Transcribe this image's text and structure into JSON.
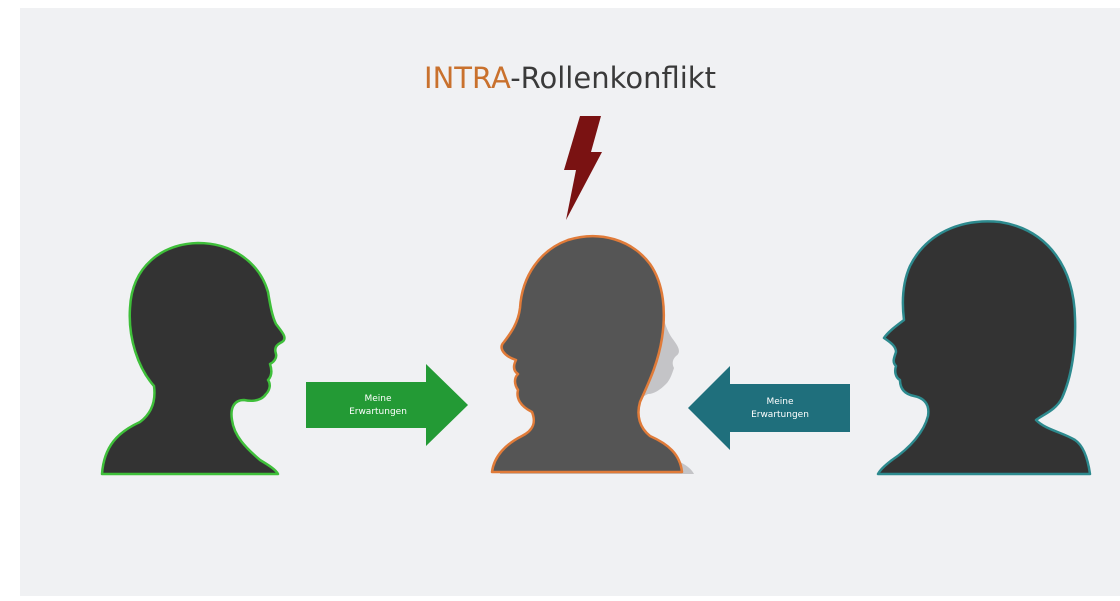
{
  "title": {
    "prefix": "INTRA",
    "suffix": "-Rollenkonflikt"
  },
  "arrows": {
    "left": {
      "line1": "Meine",
      "line2": "Erwartungen"
    },
    "right": {
      "line1": "Meine",
      "line2": "Erwartungen"
    }
  },
  "colors": {
    "background": "#f0f1f3",
    "title_accent": "#c9712d",
    "title_text": "#3a3a3a",
    "left_head_outline": "#3fbf3a",
    "left_arrow": "#239a35",
    "right_head_outline": "#2d8a8e",
    "right_arrow": "#1f6f7c",
    "center_head_outline": "#e07b39",
    "lightning": "#7a1212",
    "silhouette": "#333333"
  },
  "icons": {
    "lightning": "lightning-bolt-icon",
    "left_head": "male-head-silhouette",
    "center_head": "conflicted-head-silhouette",
    "right_head": "female-head-silhouette"
  }
}
